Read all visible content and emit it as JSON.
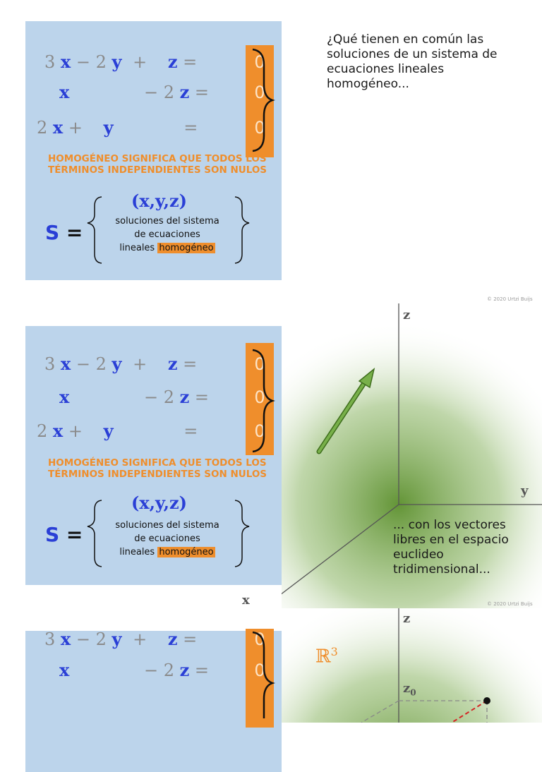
{
  "system": {
    "row1": {
      "c1": "3",
      "v1": "x",
      "op1": "−",
      "c2": "2",
      "v2": "y",
      "op2": "+",
      "v3": "z",
      "eq": "=",
      "rhs": "0"
    },
    "row2": {
      "v1": "x",
      "op1": "−",
      "c2": "2",
      "v3": "z",
      "eq": "=",
      "rhs": "0"
    },
    "row3": {
      "c1": "2",
      "v1": "x",
      "op1": "+",
      "v2": "y",
      "eq": "=",
      "rhs": "0"
    }
  },
  "note_line1": "HOMOGÉNEO SIGNIFICA QUE TODOS LOS",
  "note_line2": "TÉRMINOS INDEPENDIENTES SON NULOS",
  "set": {
    "symbol": "S",
    "equals": "=",
    "tuple": "(x,y,z)",
    "desc_line1": "soluciones del sistema",
    "desc_line2": "de ecuaciones",
    "desc_line3_prefix": "lineales",
    "desc_line3_highlight": "homogéneo"
  },
  "question": "¿Qué tienen en común las soluciones de un sistema de ecuaciones lineales homogéneo...",
  "caption2": "... con los vectores libres en el espacio euclideo tridimensional...",
  "copyright": "© 2020 Urtzi Buijs",
  "axes": {
    "z": "z",
    "y": "y",
    "x": "x",
    "z0": "z",
    "z0_sub": "0"
  },
  "r3": {
    "base": "ℝ",
    "exp": "3"
  },
  "colors": {
    "panel": "#bcd4eb",
    "accent": "#ef8e2c",
    "var": "#2a3fd6",
    "space": "#6f9b3a"
  }
}
